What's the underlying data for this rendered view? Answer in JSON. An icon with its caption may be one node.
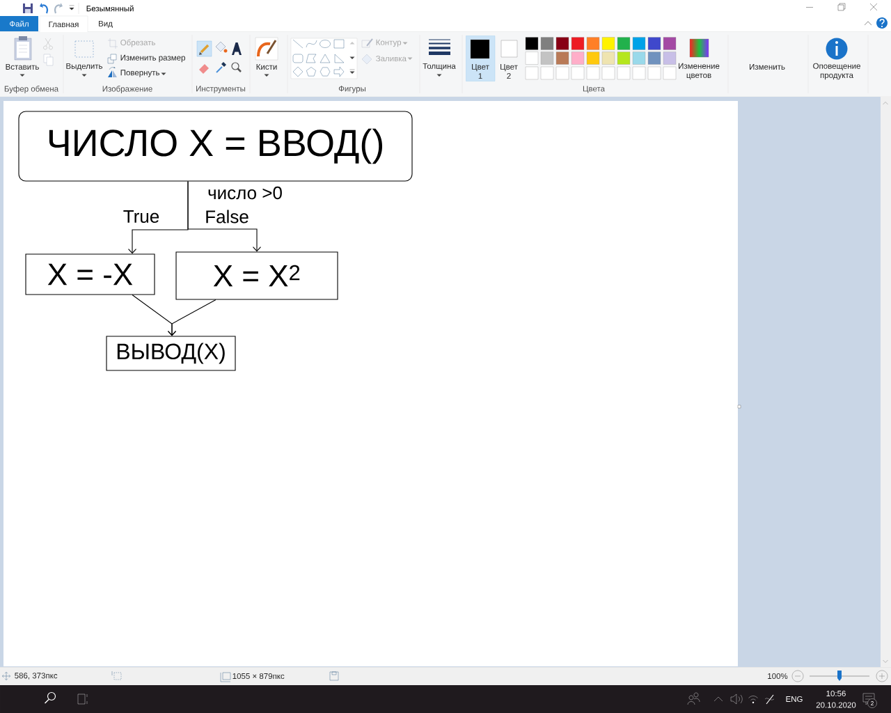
{
  "diagram": {
    "nodes": [
      {
        "text": [
          "ЧИСЛО X = ВВОД()"
        ]
      },
      {
        "text": [
          "X = -X"
        ]
      },
      {
        "text": [
          "X = X$^{2}$"
        ]
      },
      {
        "text": [
          "ВЫВОД(X)"
        ]
      }
    ],
    "edges": [
      {
        "from": 0,
        "to": 1,
        "arrow": "to",
        "label": "True"
      },
      {
        "from": 0,
        "to": 2,
        "arrow": "to",
        "label": "False"
      },
      {
        "from": 1,
        "to": 3,
        "arrow": "to"
      },
      {
        "from": 2,
        "to": 3,
        "arrow": "to"
      }
    ],
    "labels": [
      "Безымянный",
      "Файл",
      "Главная",
      "Вид",
      "Вставить",
      "Выделить",
      "Обрезать",
      "Изменить размер",
      "Повернуть",
      "Кисти",
      "Контур",
      "Заливка",
      "Толщина",
      "Цвет 1",
      "Цвет 2",
      "Изменение цветов",
      "Изменить",
      "Оповещение продукта",
      "Буфер обмена",
      "Изображение",
      "Инструменты",
      "Фигуры",
      "Цвета",
      "число >0",
      "586, 373пкс",
      "1055 × 879пкс",
      "100%",
      "ENG",
      "10:56",
      "20.10.2020",
      "2"
    ]
  }
}
